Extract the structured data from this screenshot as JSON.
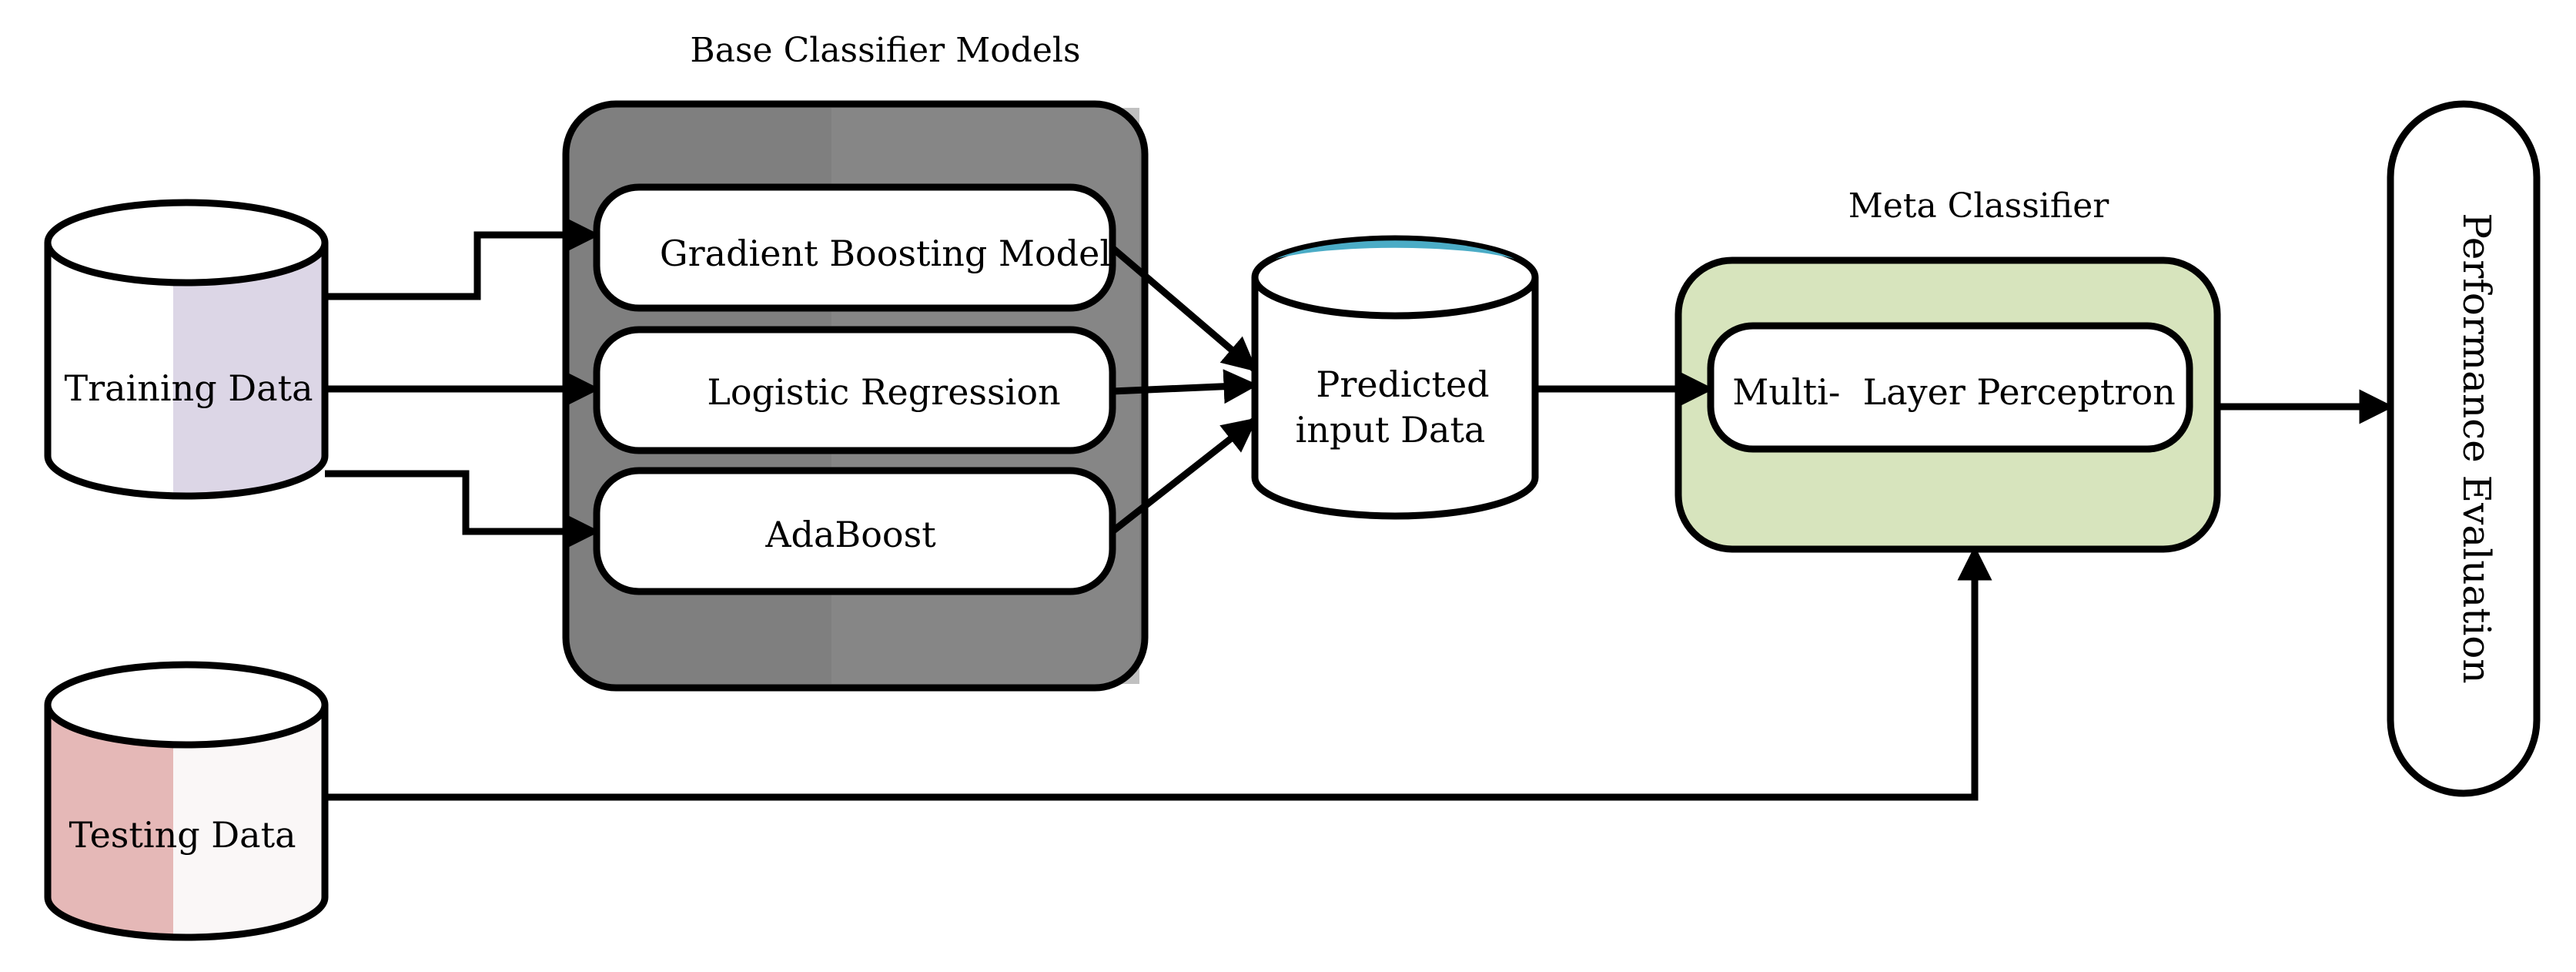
{
  "labels": {
    "base_title": "Base Classifier Models",
    "meta_title": "Meta Classifier",
    "training": "Training Data",
    "testing": "Testing Data",
    "gbm": "Gradient Boosting Model",
    "lr": "Logistic Regression",
    "ada": "AdaBoost",
    "predicted_1": "Predicted",
    "predicted_2": "input Data",
    "mlp": "Multi-  Layer Perceptron",
    "perf": "Performance Evaluation"
  },
  "colors": {
    "base_panel": "#7f7f7f",
    "meta_panel": "#d7e4bd",
    "training_shade": "#dcd6e6",
    "testing_shade": "#e5b8b7",
    "predicted_top": "#4bacc6",
    "stroke": "#000000"
  }
}
